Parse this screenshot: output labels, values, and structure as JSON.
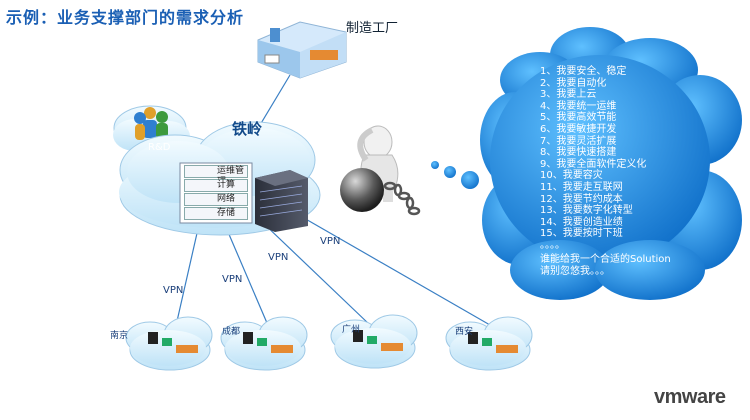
{
  "title": "示例：业务支撑部门的需求分析",
  "factory_label": "制造工厂",
  "rd_label": "R&D",
  "datacenter_label": "铁岭",
  "datacenter_menu": [
    "运维管理",
    "计算",
    "网络",
    "存储"
  ],
  "vpn_label": "VPN",
  "branches": [
    "南京",
    "成都",
    "广州",
    "西安"
  ],
  "needs": [
    "1、我要安全、稳定",
    "2、我要自动化",
    "3、我要上云",
    "4、我要统一运维",
    "5、我要高效节能",
    "6、我要敏捷开发",
    "7、我要灵活扩展",
    "8、我要快速搭建",
    "9、我要全面软件定义化",
    "10、我要容灾",
    "11、我要走互联网",
    "12、我要节约成本",
    "13、我要数字化转型",
    "14、我要创造业绩",
    "15、我要按时下班",
    "。。。。"
  ],
  "closing_line1": "谁能给我一个合适的Solution",
  "closing_line2": "请别忽悠我。。。",
  "logo": "vmware",
  "colors": {
    "title": "#1a5fb4",
    "bubble": "#1e8fe0",
    "cloud": "#dff1fc",
    "line": "#2f6fb0"
  }
}
